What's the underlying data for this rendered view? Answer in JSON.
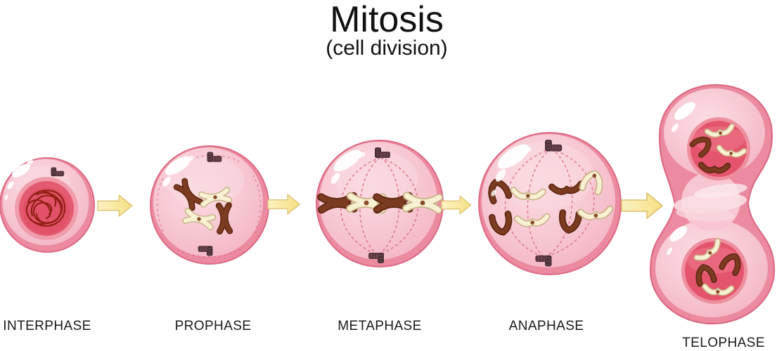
{
  "figure": {
    "title": "Mitosis",
    "subtitle": "(cell division)"
  },
  "stages": [
    {
      "name": "interphase",
      "label": "INTERPHASE"
    },
    {
      "name": "prophase",
      "label": "PROPHASE"
    },
    {
      "name": "metaphase",
      "label": "METAPHASE"
    },
    {
      "name": "anaphase",
      "label": "ANAPHASE"
    },
    {
      "name": "telophase",
      "label": "TELOPHASE"
    }
  ],
  "icons": {
    "stage_arrow": "right-block-arrow",
    "centrosome": "striped-centriole-pair"
  },
  "colors": {
    "background": "#ffffff",
    "cell_body": "#F7C6D2",
    "cell_rim": "#EB8AA0",
    "cell_outline": "#DD6A85",
    "nucleus": "#E4556D",
    "nucleus_halo": "#F09CAC",
    "chromatin": "#8E1D10",
    "chromosome_dark": "#7B3B20",
    "chromosome_dark_outline": "#5C2411",
    "chromosome_light": "#F7F0D2",
    "chromosome_light_outline": "#C7B183",
    "centromere_dot": "#8A4B28",
    "spindle_fiber": "#D4607B",
    "centrosome": "#4A2F36",
    "arrow_fill_light": "#FCF2C2",
    "arrow_fill_dark": "#F5DF85",
    "arrow_outline": "#DCC06F",
    "text": "#1a1a1a"
  }
}
